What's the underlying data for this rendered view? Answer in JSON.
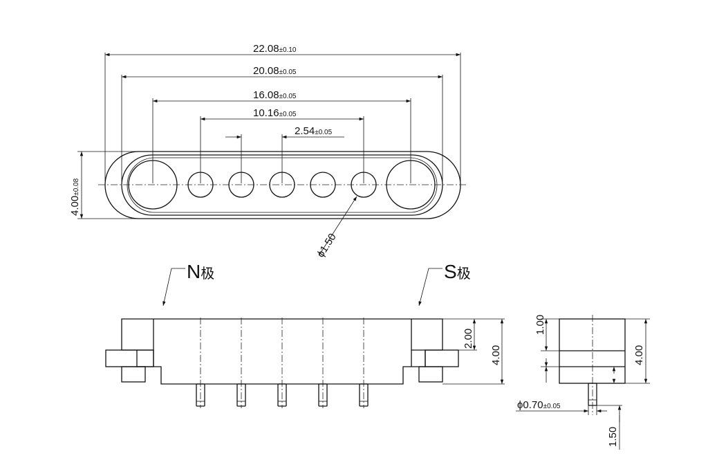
{
  "top_view": {
    "dim_overall": {
      "value": "22.08",
      "tol": "±0.10"
    },
    "dim_outer_holes": {
      "value": "20.08",
      "tol": "±0.05"
    },
    "dim_large_holes": {
      "value": "16.08",
      "tol": "±0.05"
    },
    "dim_pin_span": {
      "value": "10.16",
      "tol": "±0.05"
    },
    "dim_pitch": {
      "value": "2.54",
      "tol": "±0.05"
    },
    "dim_height": {
      "value": "4.00",
      "tol": "±0.08"
    },
    "dim_hole_dia": {
      "value": "ϕ1.50"
    }
  },
  "front_view": {
    "label_n": {
      "letter": "N",
      "char": "极"
    },
    "label_s": {
      "letter": "S",
      "char": "极"
    },
    "dim_upper": {
      "value": "2.00"
    },
    "dim_total": {
      "value": "4.00"
    }
  },
  "side_view": {
    "dim_top": {
      "value": "1.00"
    },
    "dim_total": {
      "value": "4.00"
    },
    "dim_pin_dia": {
      "value": "ϕ0.70",
      "tol": "±0.05"
    },
    "dim_pin_len": {
      "value": "1.50"
    }
  },
  "colors": {
    "line": "#111111",
    "background": "#ffffff"
  }
}
